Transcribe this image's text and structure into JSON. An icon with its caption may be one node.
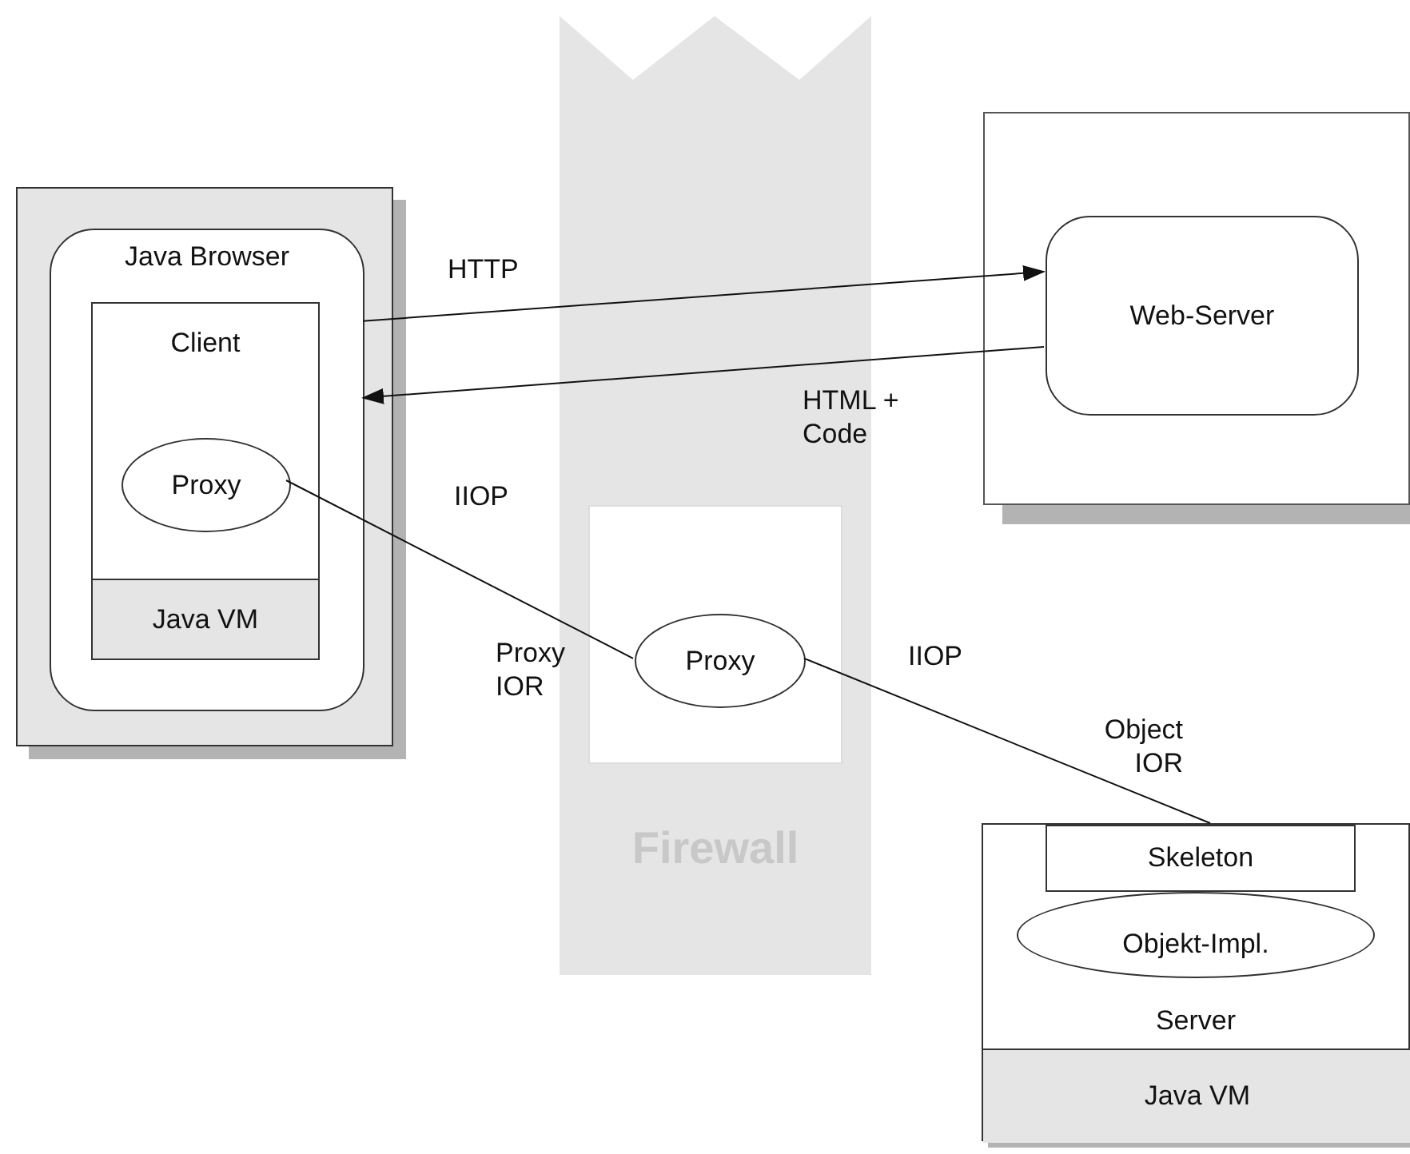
{
  "diagram": {
    "nodes": [
      {
        "text": [],
        "shape": "box"
      },
      {
        "text": [
          "Java Browser"
        ],
        "in": 0
      },
      {
        "text": [
          "Client"
        ],
        "in": 1
      },
      {
        "text": [
          "Proxy"
        ],
        "in": 2
      },
      {
        "text": [
          "Java VM"
        ],
        "in": 1
      },
      {
        "text": [
          "Firewall"
        ]
      },
      {
        "text": [],
        "shape": "box",
        "in": 5
      },
      {
        "text": [
          "Proxy"
        ],
        "in": 6
      },
      {
        "text": [],
        "shape": "box"
      },
      {
        "text": [
          "Web-Server"
        ],
        "in": 8
      },
      {
        "text": [
          "Server"
        ]
      },
      {
        "text": [
          "Skeleton"
        ],
        "in": 10
      },
      {
        "text": [
          "Objekt-Impl."
        ],
        "in": 10
      },
      {
        "text": [
          "Java VM"
        ],
        "in": 10
      }
    ],
    "edges": [
      {
        "from": 1,
        "to": 9,
        "arrow": "to",
        "label": "HTTP"
      },
      {
        "from": 9,
        "to": 1,
        "arrow": "to",
        "label": "HTML + Code"
      },
      {
        "from": 3,
        "to": 7,
        "arrow": "none",
        "label": "IIOP"
      },
      {
        "from": 7,
        "to": 11,
        "arrow": "none",
        "label": "IIOP"
      }
    ],
    "labels": [
      "Proxy IOR",
      "Object IOR"
    ]
  }
}
